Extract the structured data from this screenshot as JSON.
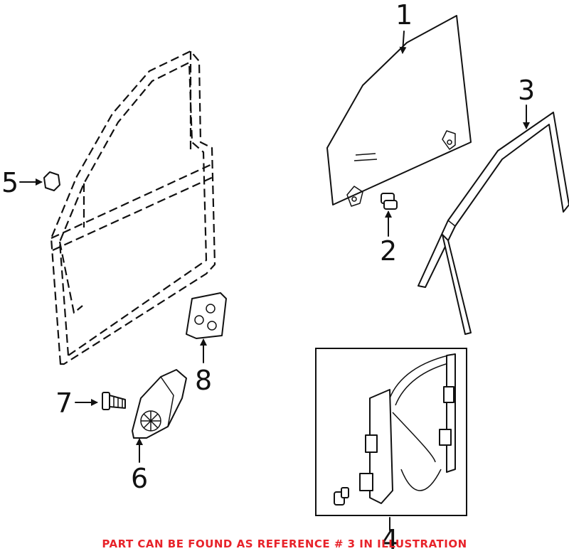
{
  "callouts": {
    "c1": "1",
    "c2": "2",
    "c3": "3",
    "c4": "4",
    "c5": "5",
    "c6": "6",
    "c7": "7",
    "c8": "8"
  },
  "note": "PART CAN BE FOUND AS REFERENCE # 3 IN ILLUSTRATION",
  "colors": {
    "note": "#e8232a",
    "lines": "#111111"
  }
}
